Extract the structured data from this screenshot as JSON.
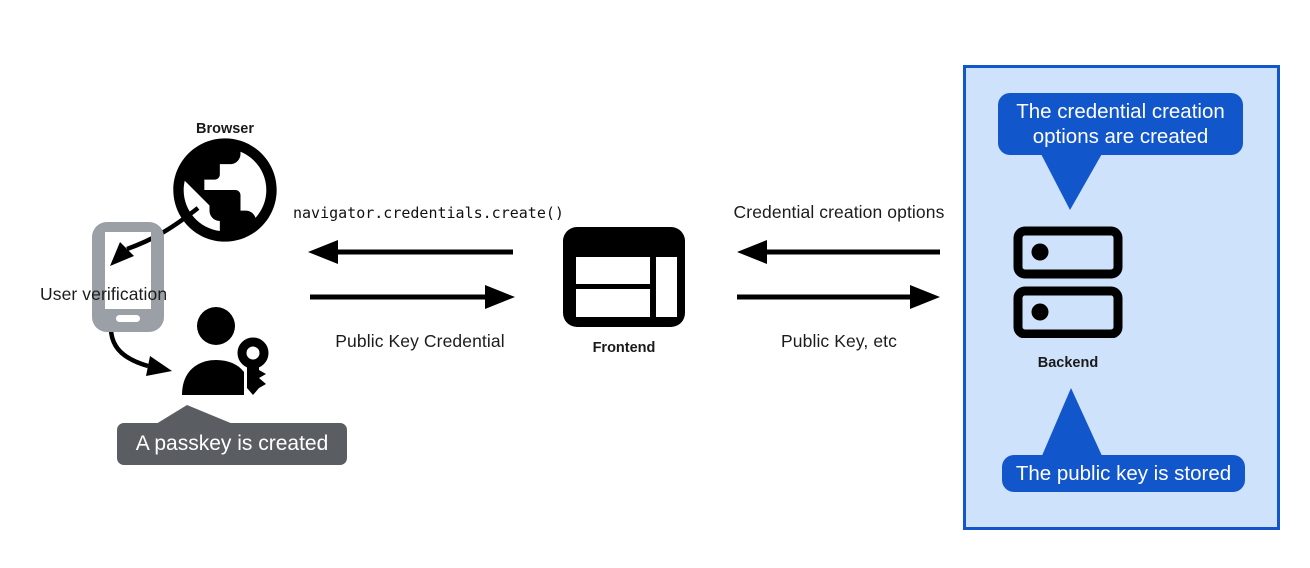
{
  "title": "Passkey registration flow diagram",
  "colors": {
    "accent_blue": "#1256cc",
    "panel_light_blue": "#cfe2fc",
    "callout_gray": "#5a5e63",
    "phone_gray": "#9aa0a6",
    "ink": "#000000"
  },
  "browser_side": {
    "label": "Browser",
    "user_verification": "User verification",
    "passkey_callout": "A passkey is created"
  },
  "frontend": {
    "label": "Frontend",
    "call_code": "navigator.credentials.create()",
    "return_label": "Public Key Credential"
  },
  "backend": {
    "label": "Backend",
    "request_label": "Credential creation options",
    "response_label": "Public Key, etc",
    "options_callout": "The credential creation options are created",
    "stored_callout": "The public key is stored"
  },
  "icons": {
    "browser": "globe-icon",
    "device": "smartphone-icon",
    "user": "person-with-key-icon",
    "frontend": "browser-window-icon",
    "backend": "server-stack-icon"
  }
}
